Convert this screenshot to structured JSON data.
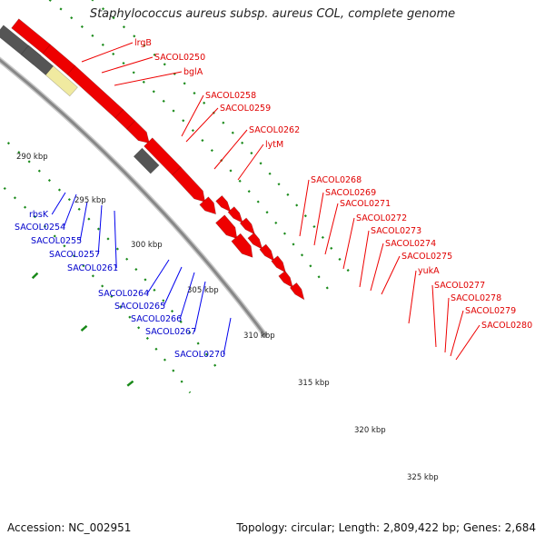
{
  "title": "Staphylococcus aureus subsp. aureus COL, complete genome",
  "footer": {
    "accession": "Accession: NC_002951",
    "topology": "Topology: circular; Length: 2,809,422 bp; Genes: 2,684"
  },
  "colors": {
    "forward": "#ee0000",
    "reverse": "#0000ee",
    "backbone": "#888888",
    "tick": "#1a8a1a",
    "olive": "#6b8e23",
    "green": "#66cc33",
    "cream": "#f0eaa0",
    "cyan": "#33cccc",
    "orange": "#ff9900",
    "gray": "#555555",
    "lightgray": "#cccccc",
    "teal": "#22ccaa",
    "navy": "#000080",
    "blue": "#0000ff"
  },
  "kbp_labels": [
    "290 kbp",
    "295 kbp",
    "300 kbp",
    "305 kbp",
    "310 kbp",
    "315 kbp",
    "320 kbp",
    "325 kbp"
  ],
  "forward_labels": [
    "lrgB",
    "SACOL0250",
    "bglA",
    "SACOL0258",
    "SACOL0259",
    "SACOL0262",
    "lytM",
    "SACOL0268",
    "SACOL0269",
    "SACOL0271",
    "SACOL0272",
    "SACOL0273",
    "SACOL0274",
    "SACOL0275",
    "yukA",
    "SACOL0277",
    "SACOL0278",
    "SACOL0279",
    "SACOL0280"
  ],
  "reverse_labels": [
    "rbsK",
    "SACOL0254",
    "SACOL0255",
    "SACOL0257",
    "SACOL0261",
    "SACOL0264",
    "SACOL0265",
    "SACOL0266",
    "SACOL0267",
    "SACOL0270"
  ]
}
